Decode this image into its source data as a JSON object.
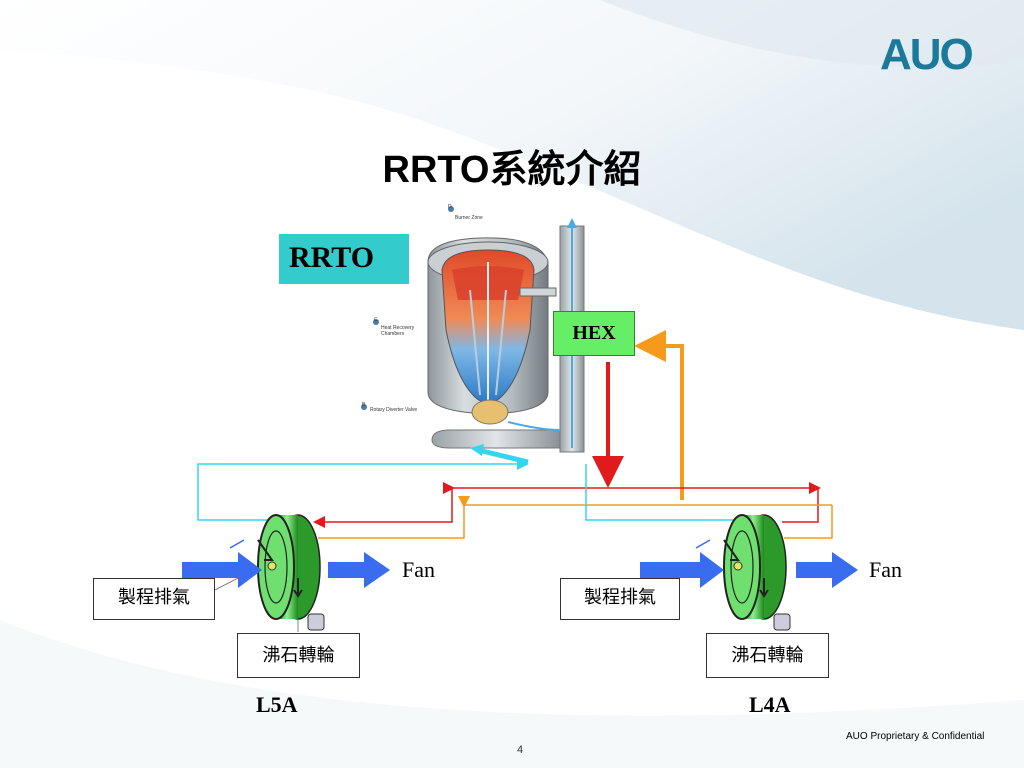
{
  "header": {
    "title": "RRTO系統介紹",
    "logo": "AUO"
  },
  "diagram": {
    "rrto_label": "RRTO",
    "hex_label": "HEX",
    "unit_labels": {
      "burner_zone": "Burner Zone",
      "heat_recovery": "Heat Recovery Chambers",
      "diverter_valve": "Rotary Diverter Valve",
      "marker_d": "D",
      "marker_c": "C",
      "marker_b": "B"
    },
    "left_line": {
      "name": "L5A",
      "fan_label": "Fan",
      "exhaust_label": "製程排氣",
      "rotor_label": "沸石轉輪"
    },
    "right_line": {
      "name": "L4A",
      "fan_label": "Fan",
      "exhaust_label": "製程排氣",
      "rotor_label": "沸石轉輪"
    },
    "colors": {
      "rrto_box": "#33cccc",
      "hex_box": "#66ee66",
      "hot_line": "#e11b1b",
      "warm_line": "#f59a1b",
      "cool_line": "#33d6ee",
      "flow_arrow": "#3a6cf0",
      "rotor": "#3ec43e"
    }
  },
  "footer": {
    "confidential": "AUO Proprietary & Confidential",
    "page": "4"
  }
}
